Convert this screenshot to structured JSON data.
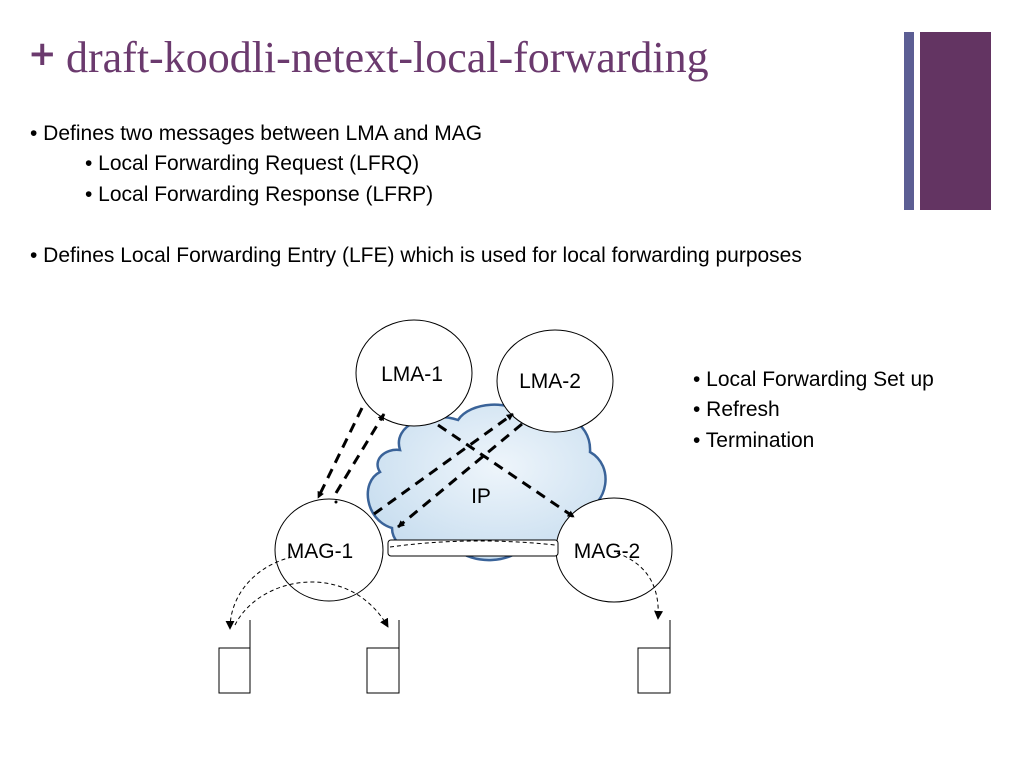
{
  "colors": {
    "title": "#6B3A6E",
    "accent_thin": "#5C5E94",
    "accent_thick": "#633462",
    "cloud_fill": "#C7DDEF",
    "cloud_stroke": "#3A6399"
  },
  "header": {
    "plus_symbol": "+",
    "title": "draft-koodli-netext-local-forwarding"
  },
  "bullets": {
    "b1": "• Defines two messages between LMA and MAG",
    "b1_sub1": "• Local Forwarding Request (LFRQ)",
    "b1_sub2": "• Local Forwarding Response (LFRP)",
    "b2": "• Defines Local Forwarding Entry (LFE) which is used for local forwarding purposes",
    "side1": "• Local Forwarding Set up",
    "side2": "• Refresh",
    "side3": "• Termination"
  },
  "diagram": {
    "cloud_label": "IP",
    "lma1": "LMA-1",
    "lma2": "LMA-2",
    "mag1": "MAG-1",
    "mag2": "MAG-2"
  }
}
